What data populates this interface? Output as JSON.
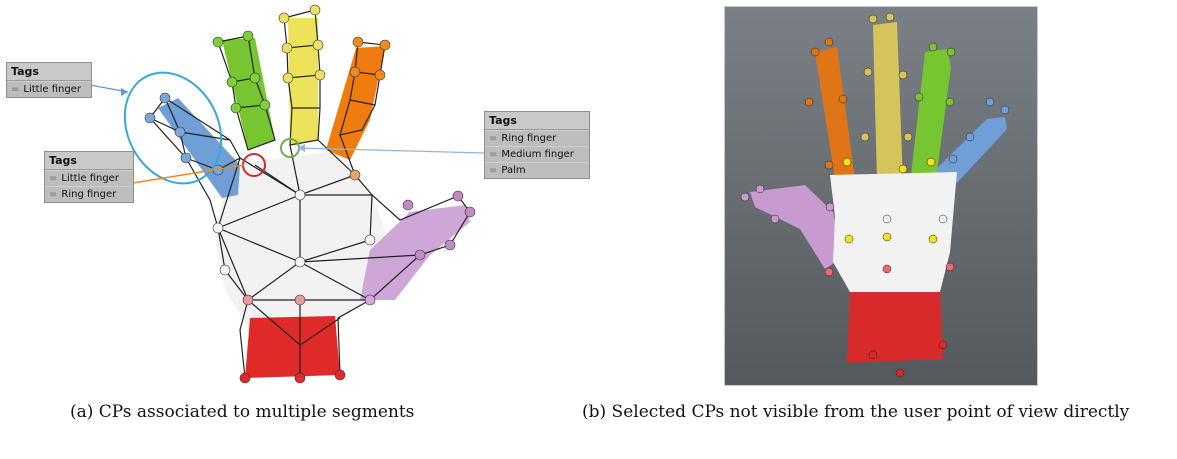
{
  "panel_a": {
    "tag_little": {
      "header": "Tags",
      "items": [
        "Little finger"
      ]
    },
    "tag_multi": {
      "header": "Tags",
      "items": [
        "Little finger",
        "Ring finger"
      ]
    },
    "tag_ring": {
      "header": "Tags",
      "items": [
        "Ring finger",
        "Medium finger",
        "Palm"
      ]
    },
    "caption": "(a) CPs associated to multiple segments"
  },
  "panel_b": {
    "caption": "(b) Selected CPs not visible from the user point of view directly"
  },
  "colors": {
    "little": "#6f9fd6",
    "ring": "#f07c10",
    "medium": "#ede35a",
    "index": "#76c531",
    "thumb": "#c99ad1",
    "wrist": "#e02a2a",
    "palm": "#f2f2f2"
  }
}
